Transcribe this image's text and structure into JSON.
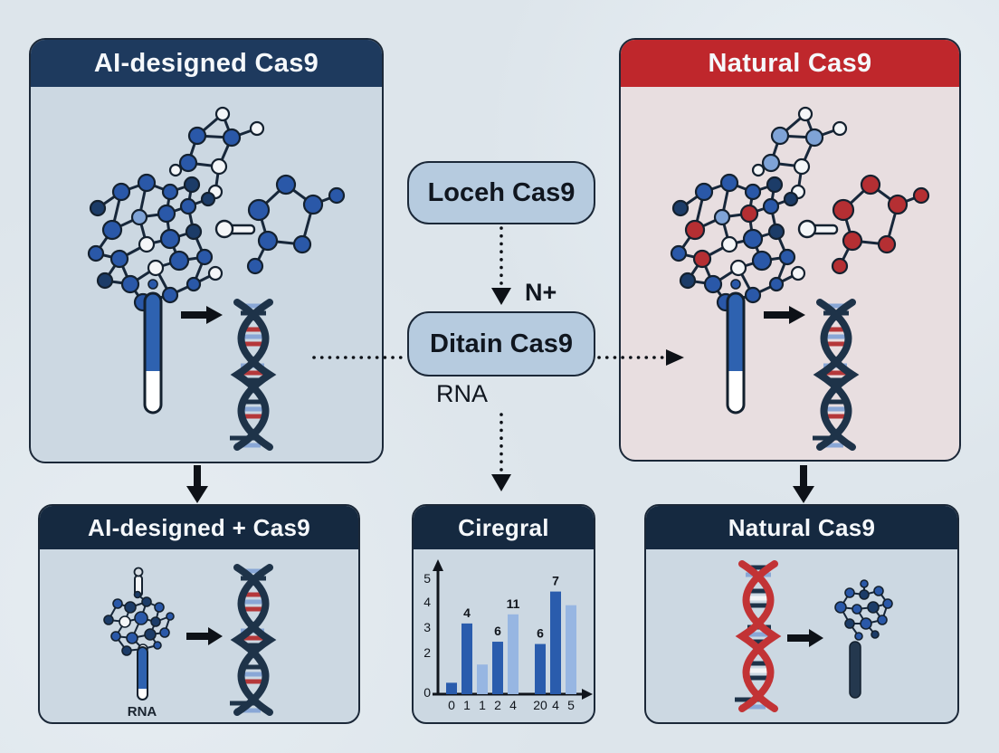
{
  "page": {
    "background_color": "#dde5eb"
  },
  "panels": {
    "top_left": {
      "title": "AI-designed Cas9",
      "header_color": "#1e3a5e",
      "body_color": "#ccd8e2"
    },
    "top_right": {
      "title": "Natural Cas9",
      "header_color": "#bf272c",
      "body_color": "#e8dee0"
    },
    "bottom_left": {
      "title": "AI-designed + Cas9",
      "header_color": "#152940",
      "body_color": "#ccd8e2",
      "rna_label": "RNA"
    },
    "bottom_center": {
      "title": "Ciregral",
      "header_color": "#152940",
      "body_color": "#ccd8e2"
    },
    "bottom_right": {
      "title": "Natural Cas9",
      "header_color": "#152940",
      "body_color": "#ccd8e2"
    }
  },
  "flow": {
    "box1_label": "Loceh Cas9",
    "box2_label": "Ditain Cas9",
    "n_plus_label": "N+",
    "rna_label": "RNA"
  },
  "chart_data": {
    "type": "bar",
    "title": "Ciregral",
    "x_tick_labels": [
      "0",
      "1",
      "1",
      "2",
      "4",
      "20",
      "4",
      "5"
    ],
    "y_tick_labels": [
      "0",
      "2",
      "3",
      "4",
      "5"
    ],
    "ylim": [
      0,
      5
    ],
    "grid": false,
    "legend": "none",
    "bars": [
      {
        "height": 0.5,
        "color": "dark",
        "label": ""
      },
      {
        "height": 3.1,
        "color": "dark",
        "label": "4"
      },
      {
        "height": 1.3,
        "color": "light",
        "label": ""
      },
      {
        "height": 2.3,
        "color": "dark",
        "label": "6"
      },
      {
        "height": 3.5,
        "color": "light",
        "label": "11"
      },
      {
        "height": 2.2,
        "color": "dark",
        "label": "6"
      },
      {
        "height": 4.5,
        "color": "dark",
        "label": "7"
      },
      {
        "height": 3.9,
        "color": "light",
        "label": ""
      }
    ],
    "gap_after_index": 4,
    "bar_colors": {
      "dark": "#2a5cad",
      "light": "#97b6e2"
    }
  },
  "colors": {
    "navy_header": "#1e3a5e",
    "deep_navy_header": "#152940",
    "red_header": "#bf272c",
    "dna_strand_navy": "#1e3349",
    "dna_strand_red": "#c23335",
    "node_blue": "#2a58a8",
    "node_red": "#b52f33",
    "rod_blue": "#2e62b0"
  }
}
